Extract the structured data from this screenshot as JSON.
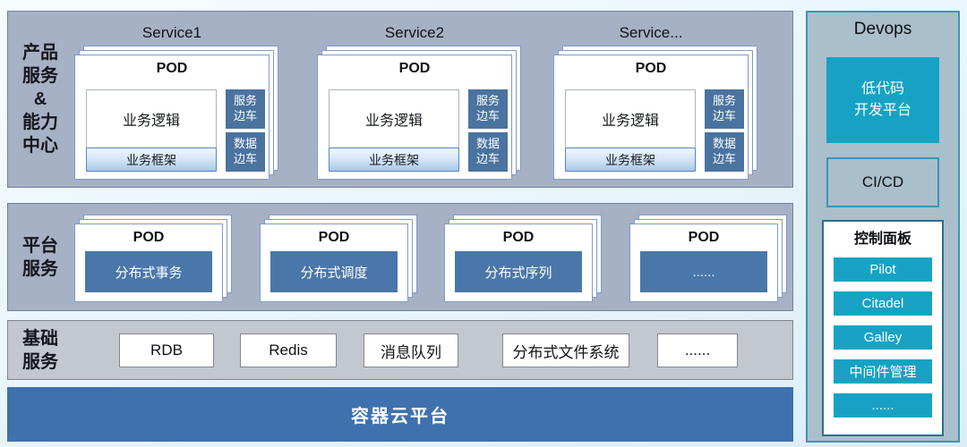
{
  "colors": {
    "band_fill": "#a7b1c5",
    "band_border": "#6a82a6",
    "infra_band_fill": "#c3c7ce",
    "container_band_fill": "#3e71ad",
    "sidecar_fill": "#4a73a0",
    "platform_pod_fill": "#4a77a9",
    "cyan_accent": "#17a2c4",
    "sidebar_fill": "#a9bfcb",
    "sidebar_border": "#3f93b5",
    "framework_border": "#4f86c6"
  },
  "product_band": {
    "label": "产品\n服务\n&\n能力\n中心",
    "services": [
      {
        "title": "Service1",
        "pod_label": "POD",
        "logic": "业务逻辑",
        "framework": "业务框架",
        "sidecar1": "服务\n边车",
        "sidecar2": "数据\n边车"
      },
      {
        "title": "Service2",
        "pod_label": "POD",
        "logic": "业务逻辑",
        "framework": "业务框架",
        "sidecar1": "服务\n边车",
        "sidecar2": "数据\n边车"
      },
      {
        "title": "Service...",
        "pod_label": "POD",
        "logic": "业务逻辑",
        "framework": "业务框架",
        "sidecar1": "服务\n边车",
        "sidecar2": "数据\n边车"
      }
    ]
  },
  "platform_band": {
    "label": "平台\n服务",
    "pods": [
      {
        "pod_label": "POD",
        "name": "分布式事务"
      },
      {
        "pod_label": "POD",
        "name": "分布式调度"
      },
      {
        "pod_label": "POD",
        "name": "分布式序列"
      },
      {
        "pod_label": "POD",
        "name": "......"
      }
    ]
  },
  "infra_band": {
    "label": "基础\n服务",
    "items": [
      "RDB",
      "Redis",
      "消息队列",
      "分布式文件系统",
      "......"
    ]
  },
  "container_band": {
    "label": "容器云平台"
  },
  "sidebar": {
    "title": "Devops",
    "lowcode_label": "低代码\n开发平台",
    "cicd_label": "CI/CD",
    "panel": {
      "title": "控制面板",
      "items": [
        "Pilot",
        "Citadel",
        "Galley",
        "中间件管理",
        "......"
      ]
    }
  }
}
